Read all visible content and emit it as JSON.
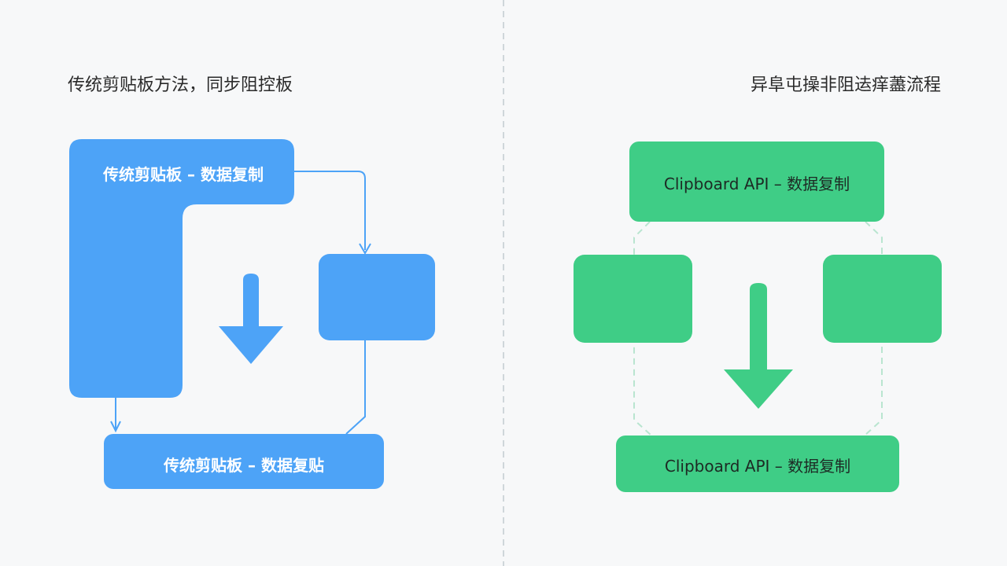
{
  "left_panel": {
    "title": "传统剪贴板方法，同步阻控板",
    "copy_label": "传统剪贴板 – 数据复制",
    "paste_label": "传统剪贴板 – 数据复贴",
    "color": "#4da3f7"
  },
  "right_panel": {
    "title": "异阜屯操非阻迲痒藎流程",
    "top_label": "Clipboard API – 数据复制",
    "bottom_label": "Clipboard API – 数据复制",
    "color": "#3fcd86"
  },
  "divider_color": "#cfd6da"
}
